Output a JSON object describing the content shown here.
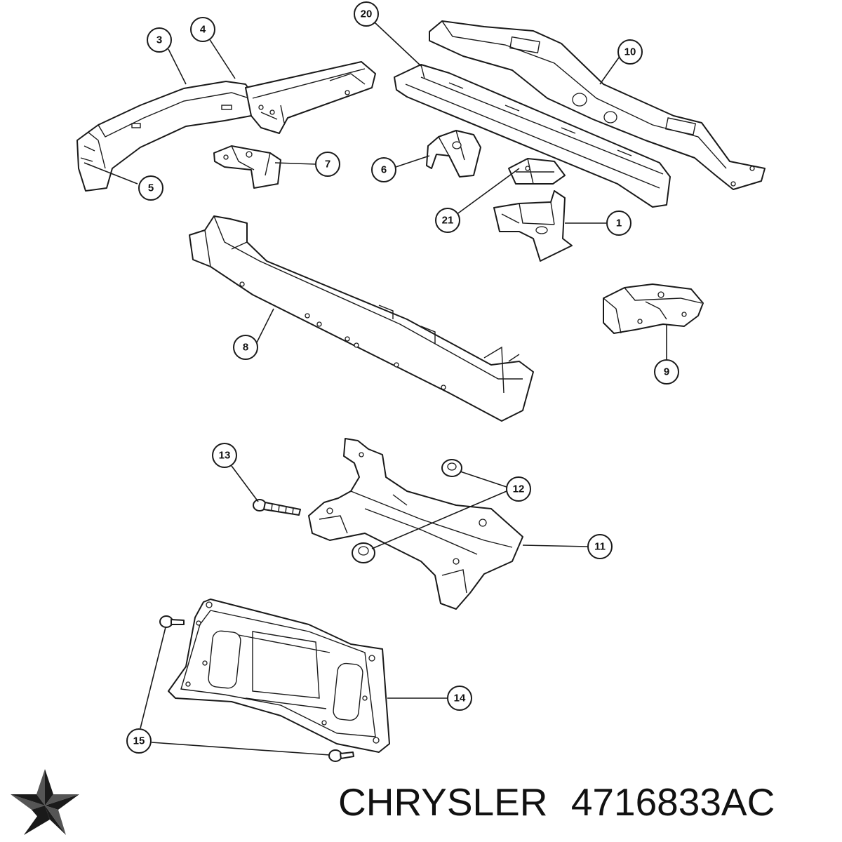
{
  "callouts": [
    {
      "id": "1",
      "label": "1"
    },
    {
      "id": "3",
      "label": "3"
    },
    {
      "id": "4",
      "label": "4"
    },
    {
      "id": "5",
      "label": "5"
    },
    {
      "id": "6",
      "label": "6"
    },
    {
      "id": "7",
      "label": "7"
    },
    {
      "id": "8",
      "label": "8"
    },
    {
      "id": "9",
      "label": "9"
    },
    {
      "id": "10",
      "label": "10"
    },
    {
      "id": "11",
      "label": "11"
    },
    {
      "id": "12",
      "label": "12"
    },
    {
      "id": "13",
      "label": "13"
    },
    {
      "id": "14",
      "label": "14"
    },
    {
      "id": "15",
      "label": "15"
    },
    {
      "id": "20",
      "label": "20"
    },
    {
      "id": "21",
      "label": "21"
    }
  ],
  "caption": {
    "brand": "CHRYSLER",
    "part_number": "4716833AC"
  },
  "logo": {
    "name": "chrysler-pentastar-logo",
    "color": "#1a1a1a"
  },
  "colors": {
    "line": "#1a1a1a",
    "background": "#ffffff"
  }
}
